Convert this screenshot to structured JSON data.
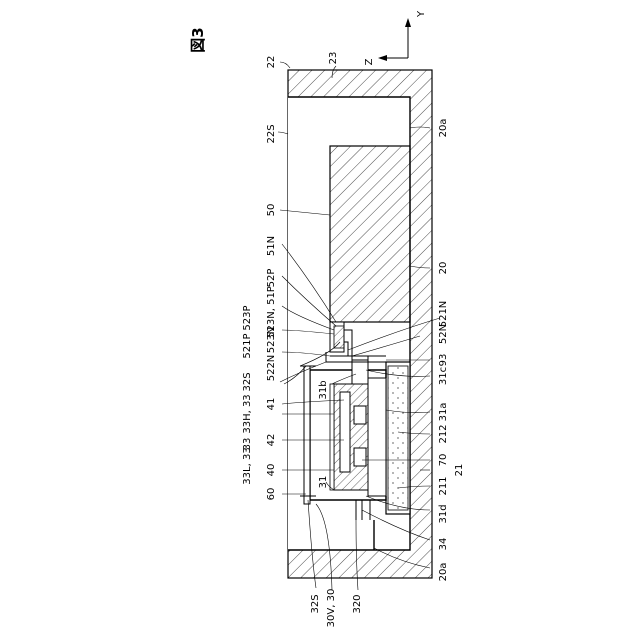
{
  "figure": {
    "title": "図3",
    "axis_y": "Y",
    "axis_z": "Z"
  },
  "labels": {
    "l22": "22",
    "l23": "23",
    "l20a_top": "20a",
    "l22S": "22S",
    "l50": "50",
    "l20": "20",
    "l51N": "51N",
    "l52P": "52P",
    "l523P": "523P",
    "l523N51P": "523N, 51P",
    "l523N": "523N",
    "l521N": "521N",
    "l52N": "52N",
    "l521P": "521P",
    "l522N": "522N",
    "l93": "93",
    "l32S_top": "32S",
    "l31b": "31b",
    "l31c": "31c",
    "l41": "41",
    "l33H": "33H, 33",
    "l31a": "31a",
    "l42": "42",
    "l33": "33",
    "l212": "212",
    "l70": "70",
    "l33L": "33L, 33",
    "l40": "40",
    "l211": "211",
    "l21": "21",
    "l60": "60",
    "l31": "31",
    "l31d": "31d",
    "l34": "34",
    "l20a_bot": "20a",
    "l32S_bot": "32S",
    "l30V": "30V, 30",
    "l320": "320"
  }
}
